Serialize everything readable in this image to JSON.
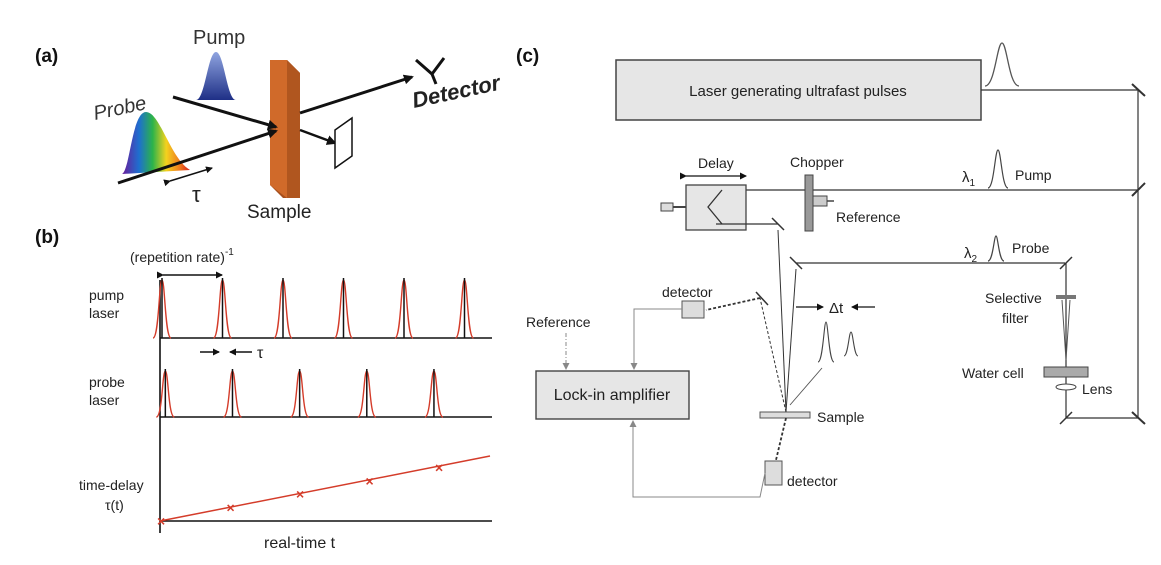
{
  "panels": {
    "a": {
      "label": "(a)",
      "pump": "Pump",
      "probe": "Probe",
      "detector": "Detector",
      "tau": "τ",
      "sample": "Sample"
    },
    "b": {
      "label": "(b)",
      "rep_rate": "(repetition rate)",
      "rep_rate_exp": "-1",
      "pump_l1": "pump",
      "pump_l2": "laser",
      "probe_l1": "probe",
      "probe_l2": "laser",
      "tau": "τ",
      "delay_l1": "time-delay",
      "delay_l2": "τ(t)",
      "xlabel": "real-time t",
      "pump_pulse_times": [
        1,
        2,
        3,
        4,
        5,
        6
      ],
      "probe_pulse_offsets": [
        0.05,
        0.15,
        0.25,
        0.35,
        0.45
      ],
      "delay_markers": [
        0,
        1,
        2,
        3,
        4
      ]
    },
    "c": {
      "label": "(c)",
      "laser": "Laser generating ultrafast pulses",
      "delay": "Delay",
      "chopper": "Chopper",
      "reference_chopper": "Reference",
      "lambda1": "λ",
      "lambda1_sub": "1",
      "pump": "Pump",
      "lambda2": "λ",
      "lambda2_sub": "2",
      "probe": "Probe",
      "detector_top": "detector",
      "reference_left": "Reference",
      "lockin": "Lock-in amplifier",
      "dt": "Δt",
      "selective1": "Selective",
      "selective2": "filter",
      "water": "Water cell",
      "lens": "Lens",
      "sample": "Sample",
      "detector_bottom": "detector"
    }
  },
  "colors": {
    "pulse_red": "#d43c2a",
    "sample_orange": "#d06a2a",
    "pump_blue": "#2a3fa0",
    "box_fill": "#e6e6e6"
  }
}
